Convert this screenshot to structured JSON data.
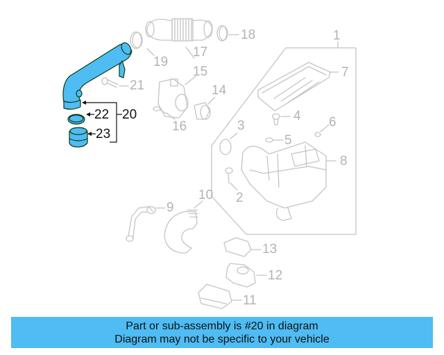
{
  "diagram": {
    "highlight_color": "#4fbcf3",
    "ghost_color": "#b3b3b3",
    "active_text_color": "#111111",
    "selected_part": "20",
    "callouts": [
      {
        "id": "1",
        "label": "1"
      },
      {
        "id": "2",
        "label": "2"
      },
      {
        "id": "3",
        "label": "3"
      },
      {
        "id": "4",
        "label": "4"
      },
      {
        "id": "5",
        "label": "5"
      },
      {
        "id": "6",
        "label": "6"
      },
      {
        "id": "7",
        "label": "7"
      },
      {
        "id": "8",
        "label": "8"
      },
      {
        "id": "9",
        "label": "9"
      },
      {
        "id": "10",
        "label": "10"
      },
      {
        "id": "11",
        "label": "11"
      },
      {
        "id": "12",
        "label": "12"
      },
      {
        "id": "13",
        "label": "13"
      },
      {
        "id": "14",
        "label": "14"
      },
      {
        "id": "15",
        "label": "15"
      },
      {
        "id": "16",
        "label": "16"
      },
      {
        "id": "17",
        "label": "17"
      },
      {
        "id": "18",
        "label": "18"
      },
      {
        "id": "19",
        "label": "19"
      },
      {
        "id": "20",
        "label": "20"
      },
      {
        "id": "21",
        "label": "21"
      },
      {
        "id": "22",
        "label": "22"
      },
      {
        "id": "23",
        "label": "23"
      }
    ]
  },
  "banner": {
    "line1": "Part or sub-assembly is #20 in diagram",
    "line2": "Diagram may not be specific to your vehicle",
    "background": "#4fbcf3"
  }
}
